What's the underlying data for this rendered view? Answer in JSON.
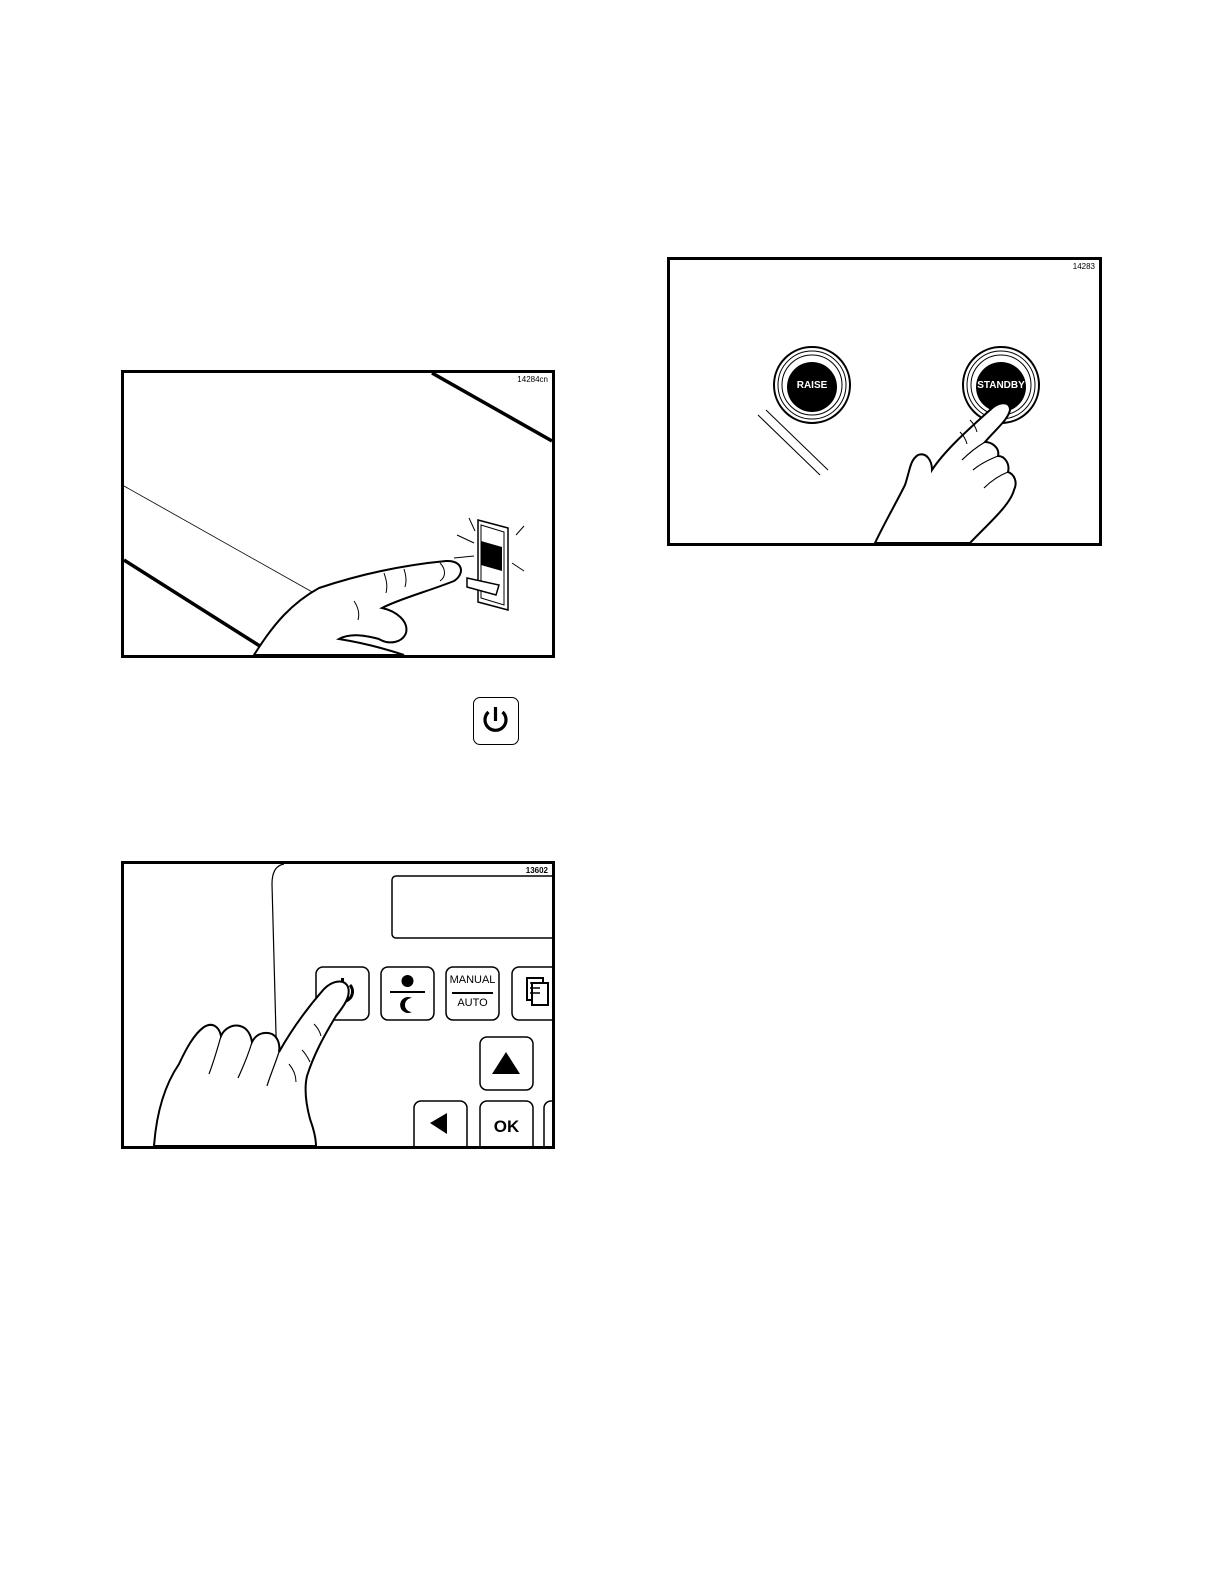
{
  "figures": {
    "rocker_switch": {
      "id": "14284cn"
    },
    "raise_standby": {
      "id": "14283",
      "raise_label": "RAISE",
      "standby_label": "STANDBY"
    },
    "control_panel": {
      "id": "13602",
      "manual_label": "MANUAL",
      "auto_label": "AUTO",
      "ok_label": "OK"
    }
  },
  "power_symbol": {
    "icon": "power-icon"
  }
}
